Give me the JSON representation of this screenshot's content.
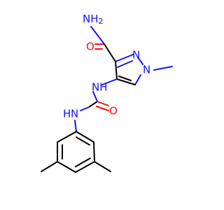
{
  "structure": {
    "colors": {
      "bond": "#000000",
      "nitrogen": "#1515ff",
      "oxygen": "#ff0d0d"
    },
    "labels": {
      "amide_nh2": "NH",
      "amide_nh2_sub": "2",
      "amide_o": "O",
      "pyrazole_n2": "N",
      "pyrazole_n1": "N",
      "urea_nh_upper": "NH",
      "urea_nh_lower": "H",
      "urea_nh_lower_n": "N",
      "urea_o": "O"
    }
  }
}
